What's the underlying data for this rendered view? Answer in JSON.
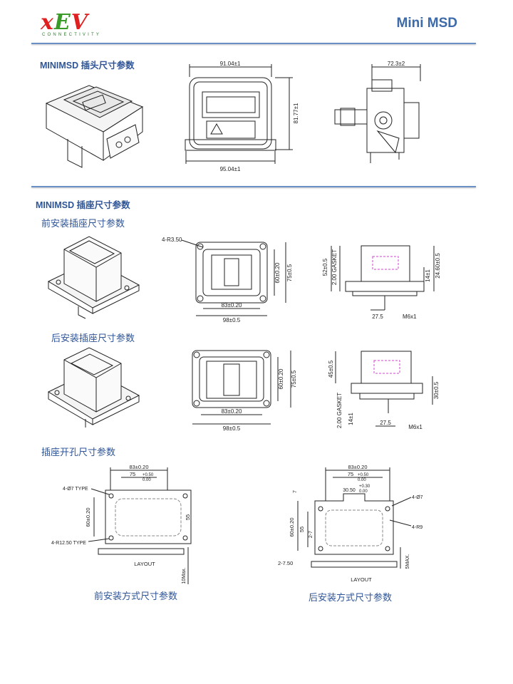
{
  "header": {
    "logo_text_x": "x",
    "logo_text_e": "E",
    "logo_text_v": "V",
    "logo_tagline": "CONNECTIVITY",
    "title": "Mini MSD"
  },
  "plug_section": {
    "heading": "MINIMSD 插头尺寸参数",
    "front_dims": {
      "top": "91.04±1",
      "bottom": "95.04±1",
      "height": "81.77±1"
    },
    "side_dims": {
      "top": "72.3±2"
    }
  },
  "socket_section": {
    "heading": "MINIMSD 插座尺寸参数",
    "front_mount_title": "前安装插座尺寸参数",
    "front_mount_dims": {
      "radius": "4-R3.50",
      "inner_h": "60±0.20",
      "outer_h": "75±0.5",
      "inner_w": "83±0.20",
      "outer_w": "98±0.5",
      "side_h1": "52±0.5",
      "gasket": "2.00 GASKET",
      "side_h2": "14±1",
      "side_h3": "24.60±0.5",
      "side_w": "27.5",
      "thread": "M6x1"
    },
    "rear_mount_title": "后安装插座尺寸参数",
    "rear_mount_dims": {
      "inner_h": "60±0.20",
      "outer_h": "75±0.5",
      "inner_w": "83±0.20",
      "outer_w": "98±0.5",
      "side_h1": "45±0.5",
      "side_h2": "30±0.5",
      "gasket": "2.00 GASKET",
      "side_h3": "14±1",
      "side_w": "27.5",
      "thread": "M6x1"
    },
    "cutout_title": "插座开孔尺寸参数",
    "cutout_front": {
      "w1": "83±0.20",
      "w2": "75",
      "tol_up": "+0.50",
      "tol_dn": "0.00",
      "holes": "4-Ø7 TYPE",
      "radius": "4-R12.50 TYPE",
      "h1": "60±0.20",
      "h2": "55",
      "layout": "LAYOUT",
      "max": "10Max.",
      "caption": "前安装方式尺寸参数"
    },
    "cutout_rear": {
      "w1": "83±0.20",
      "w2": "75",
      "tol_up": "+0.50",
      "tol_dn": "0.00",
      "notch": "30.50",
      "notch_tol_up": "+0.30",
      "notch_tol_dn": "0.00",
      "h_top": "7",
      "holes": "4-Ø7",
      "radius": "4-R9",
      "h1": "60±0.20",
      "h2": "55",
      "h3": "2-7",
      "bottom": "2-7.50",
      "layout": "LAYOUT",
      "max": "5MAX.",
      "caption": "后安装方式尺寸参数"
    }
  }
}
